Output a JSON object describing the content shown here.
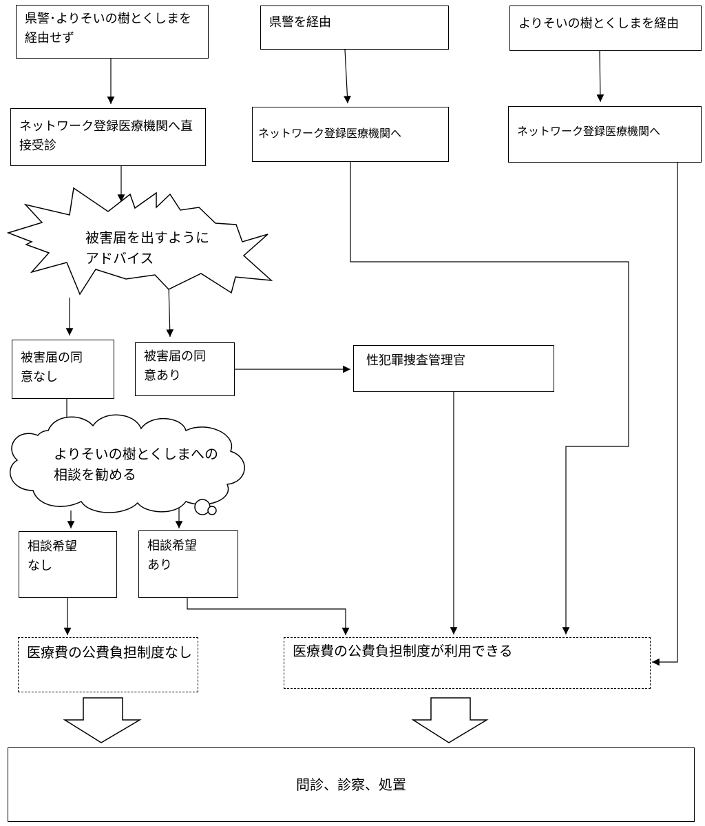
{
  "boxes": {
    "no_route": "県警･よりそいの樹とくしまを経由せず",
    "via_police": "県警を経由",
    "via_yorisoi": "よりそいの樹とくしまを経由",
    "direct_visit": "ネットワーク登録医療機関へ直接受診",
    "network_police": "ネットワーク登録医療機関へ",
    "network_yorisoi": "ネットワーク登録医療機関へ",
    "advice": "被害届を出すようにアドバイス",
    "consent_no": "被害届の同意なし",
    "consent_yes": "被害届の同意あり",
    "investigator": "性犯罪捜査管理官",
    "recommend": "よりそいの樹とくしまへの相談を勧める",
    "consult_no": "相談希望なし",
    "consult_yes": "相談希望あり",
    "no_subsidy": "医療費の公費負担制度なし",
    "subsidy": "医療費の公費負担制度が利用できる",
    "final": "問診、診察、処置"
  }
}
